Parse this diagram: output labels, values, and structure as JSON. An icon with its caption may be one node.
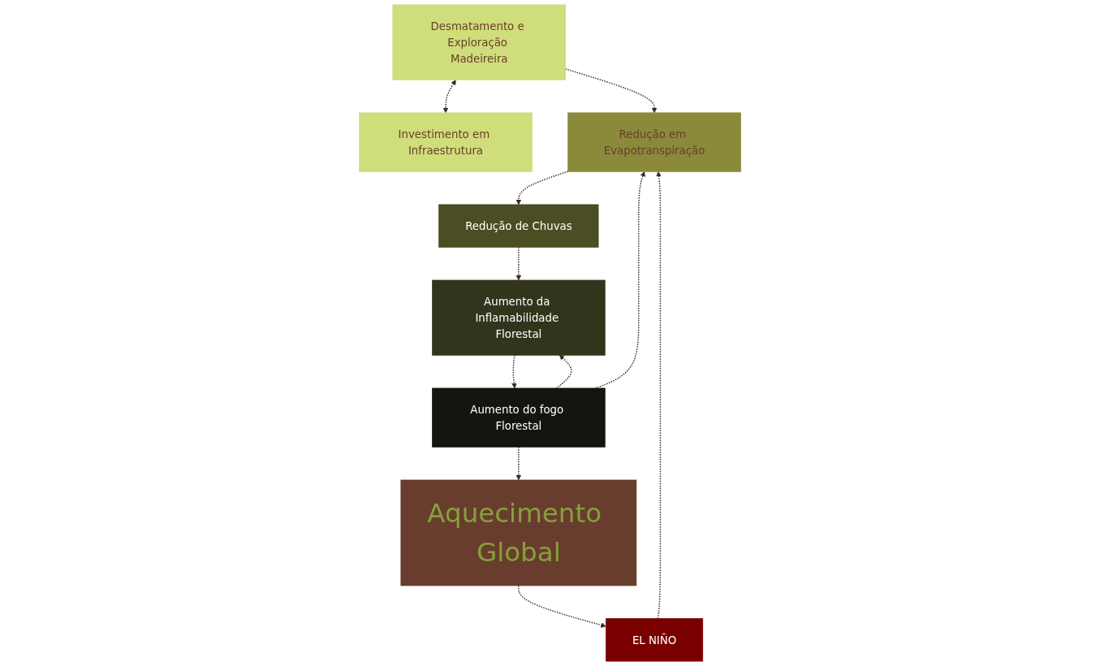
{
  "diagram": {
    "nodes": [
      {
        "text": [
          "Desmatamento e Exploração Madeireira"
        ]
      },
      {
        "text": [
          "Investimento em Infraestrutura"
        ]
      },
      {
        "text": [
          "Redução em Evapotranspiração"
        ]
      },
      {
        "text": [
          "EL NIÑO"
        ]
      },
      {
        "text": [
          "Redução de Chuvas"
        ]
      },
      {
        "text": [
          "Aquecimento Global"
        ]
      },
      {
        "text": [
          "Aumento da Inflamabilidade Florestal"
        ]
      },
      {
        "text": [
          "Aumento do fogo Florestal"
        ]
      }
    ],
    "edges": [
      {
        "from": 0,
        "to": 1,
        "arrow": "both",
        "style": "dashed"
      },
      {
        "from": 0,
        "to": 2,
        "arrow": "to",
        "style": "dashed"
      },
      {
        "from": 3,
        "to": 2,
        "arrow": "to",
        "style": "dashed"
      },
      {
        "from": 5,
        "to": 3,
        "arrow": "to",
        "style": "dashed"
      },
      {
        "from": 2,
        "to": 4,
        "arrow": "to",
        "style": "dashed"
      },
      {
        "from": 4,
        "to": 6,
        "arrow": "to",
        "style": "dashed"
      },
      {
        "from": 6,
        "to": 7,
        "arrow": "to",
        "style": "dashed"
      },
      {
        "from": 7,
        "to": 2,
        "arrow": "to",
        "style": "dashed"
      },
      {
        "from": 7,
        "to": 6,
        "arrow": "to",
        "style": "dashed"
      },
      {
        "from": 7,
        "to": 5,
        "arrow": "to",
        "style": "dashed"
      }
    ]
  }
}
